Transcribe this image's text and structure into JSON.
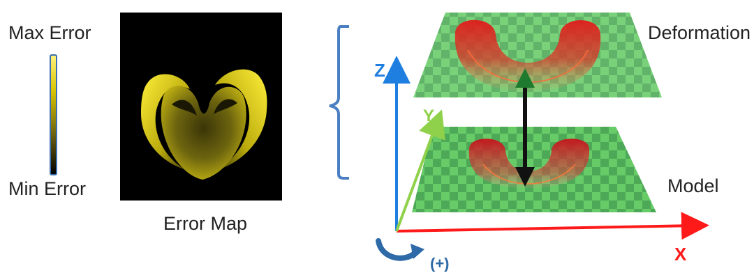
{
  "legend": {
    "max_label": "Max Error",
    "min_label": "Min Error",
    "gradient": [
      "#fff27a",
      "#d8c300",
      "#7a6e10",
      "#000000"
    ]
  },
  "error_map": {
    "caption": "Error Map",
    "background": "#000000",
    "highlight": "#f2e400"
  },
  "scene": {
    "deformation_label": "Deformation",
    "model_label": "Model",
    "axes": {
      "x_label": "X",
      "x_color": "#ff1a1a",
      "y_label": "Y",
      "y_color": "#8fd14a",
      "z_label": "Z",
      "z_color": "#1f7fe0"
    },
    "rotation_label": "(+)",
    "rotation_color": "#2f6aa8",
    "plane_color": "#2fae3a",
    "shape_color": "#e21a1a",
    "bracket_color": "#4a7fc1",
    "connector_color": "#111111",
    "connector_head_top_color": "#1e7a2e"
  }
}
